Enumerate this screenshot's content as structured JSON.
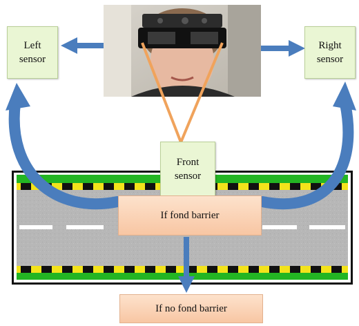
{
  "boxes": {
    "left_sensor": "Left\nsensor",
    "right_sensor": "Right\nsensor",
    "front_sensor": "Front\nsensor",
    "if_barrier": "If fond barrier",
    "if_no_barrier": "If no fond barrier"
  },
  "road_corner_text": "",
  "colors": {
    "arrow_blue": "#4a7dbd",
    "sensor_fill": "#eaf6d4",
    "result_fill": "#f9cfae",
    "beam_orange": "#f0a35c",
    "road_gray": "#b5b5b5",
    "grass_green": "#23b523",
    "curb_yellow": "#f3e31b"
  },
  "icons": {
    "photo": "person-wearing-sensor-glasses"
  }
}
